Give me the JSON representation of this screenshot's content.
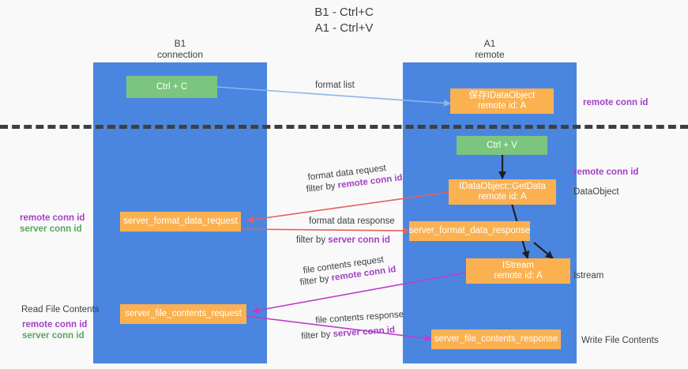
{
  "title": {
    "line1": "B1 - Ctrl+C",
    "line2": "A1 - Ctrl+V"
  },
  "columns": [
    {
      "id": "b1",
      "name": "B1",
      "role": "connection"
    },
    {
      "id": "a1",
      "name": "A1",
      "role": "remote"
    }
  ],
  "colors": {
    "lane": "#4a86e0",
    "green_box": "#7bc57f",
    "orange_box": "#fbb150",
    "remote_conn_id": "#a33fc4",
    "server_conn_id": "#5aa55f",
    "arrow_blue": "#8ab6e8",
    "arrow_red": "#e2625c",
    "arrow_magenta": "#c13bc8",
    "arrow_black": "#1f1f1f",
    "divider": "#3c4043",
    "page_background": "#f9f9fa"
  },
  "boxes": {
    "ctrl_c": {
      "label": "Ctrl + C",
      "kind": "green"
    },
    "ctrl_v": {
      "label": "Ctrl + V",
      "kind": "green"
    },
    "save_idataobject": {
      "label": "保存IDataObject",
      "sub": "remote id: A",
      "kind": "orange"
    },
    "getdata": {
      "label": "IDataObject::GetData",
      "sub": "remote id: A",
      "kind": "orange"
    },
    "server_format_data_request": {
      "label": "server_format_data_request",
      "sub": "",
      "kind": "orange"
    },
    "server_format_data_response": {
      "label": "server_format_data_response",
      "sub": "",
      "kind": "orange"
    },
    "istream": {
      "label": "IStream",
      "sub": "remote id: A",
      "kind": "orange"
    },
    "server_file_contents_request": {
      "label": "server_file_contents_request",
      "sub": "",
      "kind": "orange"
    },
    "server_file_contents_response": {
      "label": "server_file_contents_response",
      "sub": "",
      "kind": "orange"
    }
  },
  "edge_labels": {
    "format_list": "format list",
    "format_data_request": "format data request",
    "format_data_request_filter_prefix": "filter by ",
    "format_data_request_filter_key": "remote conn id",
    "format_data_response": "format data response",
    "format_data_response_filter_prefix": "filter by ",
    "format_data_response_filter_key": "server conn id",
    "file_contents_request": "file contents request",
    "file_contents_request_filter_prefix": "filter by ",
    "file_contents_request_filter_key": "remote conn id",
    "file_contents_response": "file contents response",
    "file_contents_response_filter_prefix": "filter by ",
    "file_contents_response_filter_key": "server conn id"
  },
  "right_notes": {
    "remote_conn_id_top": "remote conn id",
    "remote_conn_id_mid": "remote conn id",
    "dataobject": "DataObject",
    "istream": "Istream",
    "write_file_contents": "Write File Contents"
  },
  "left_notes": {
    "remote_conn_id_mid": "remote conn id",
    "server_conn_id_mid": "server conn id",
    "read_file_contents": "Read File Contents",
    "remote_conn_id_bottom": "remote conn id",
    "server_conn_id_bottom": "server conn id"
  }
}
